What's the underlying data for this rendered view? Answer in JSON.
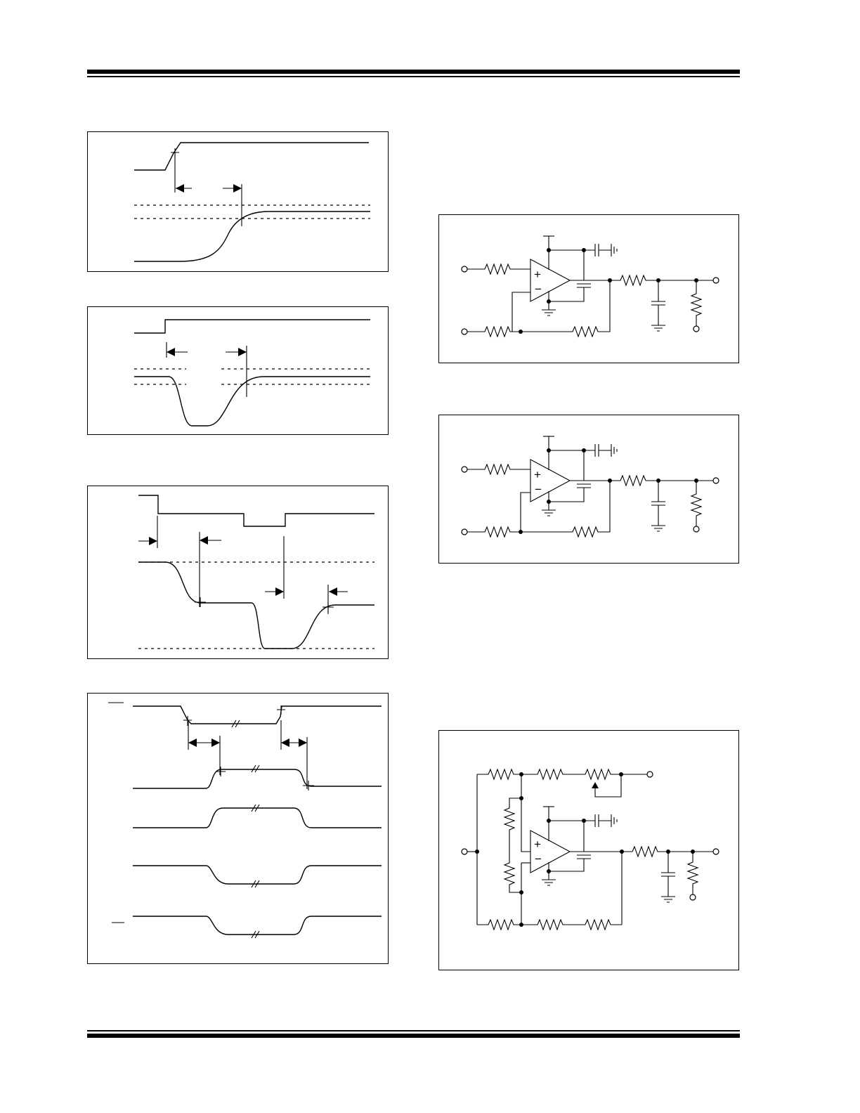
{
  "page": {
    "background": "#ffffff"
  },
  "header_rule": {},
  "footer_rule": {},
  "timing_figures": [
    {
      "id": "timing-diagram-1"
    },
    {
      "id": "timing-diagram-2"
    },
    {
      "id": "timing-diagram-3"
    },
    {
      "id": "timing-diagram-4"
    }
  ],
  "circuit_figures": [
    {
      "id": "circuit-diagram-1",
      "op_amp_symbols": {
        "plus": "+",
        "minus": "−"
      }
    },
    {
      "id": "circuit-diagram-2",
      "op_amp_symbols": {
        "plus": "+",
        "minus": "−"
      }
    },
    {
      "id": "circuit-diagram-3",
      "op_amp_symbols": {
        "plus": "+",
        "minus": "−"
      }
    }
  ]
}
